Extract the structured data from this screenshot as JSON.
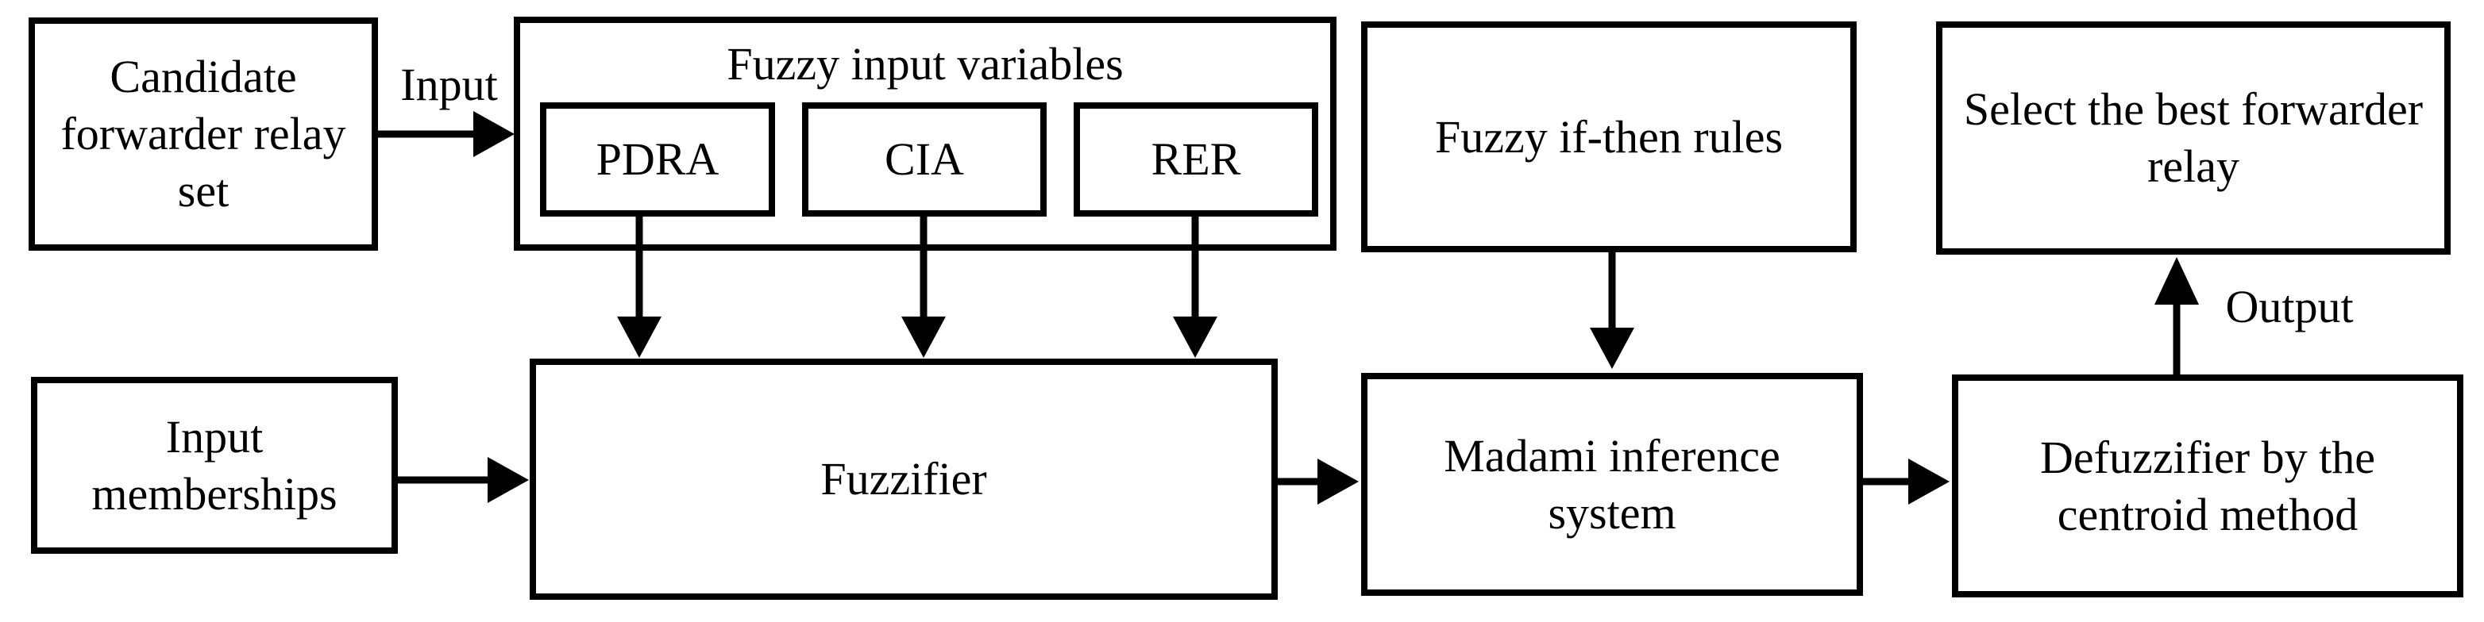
{
  "colors": {
    "line": "#000000",
    "background": "#ffffff",
    "text": "#000000"
  },
  "nodes": {
    "candidate_set": {
      "label": "Candidate forwarder relay set"
    },
    "fuzzy_input_variables": {
      "label": "Fuzzy input variables",
      "children": {
        "pdra": {
          "label": "PDRA"
        },
        "cia": {
          "label": "CIA"
        },
        "rer": {
          "label": "RER"
        }
      }
    },
    "fuzzy_if_then_rules": {
      "label": "Fuzzy if-then rules"
    },
    "select_best": {
      "label": "Select the best forwarder relay"
    },
    "input_memberships": {
      "label": "Input memberships"
    },
    "fuzzifier": {
      "label": "Fuzzifier"
    },
    "inference": {
      "label": "Madami inference system"
    },
    "defuzzifier": {
      "label": "Defuzzifier by the centroid method"
    }
  },
  "edge_labels": {
    "input": "Input",
    "output": "Output"
  }
}
